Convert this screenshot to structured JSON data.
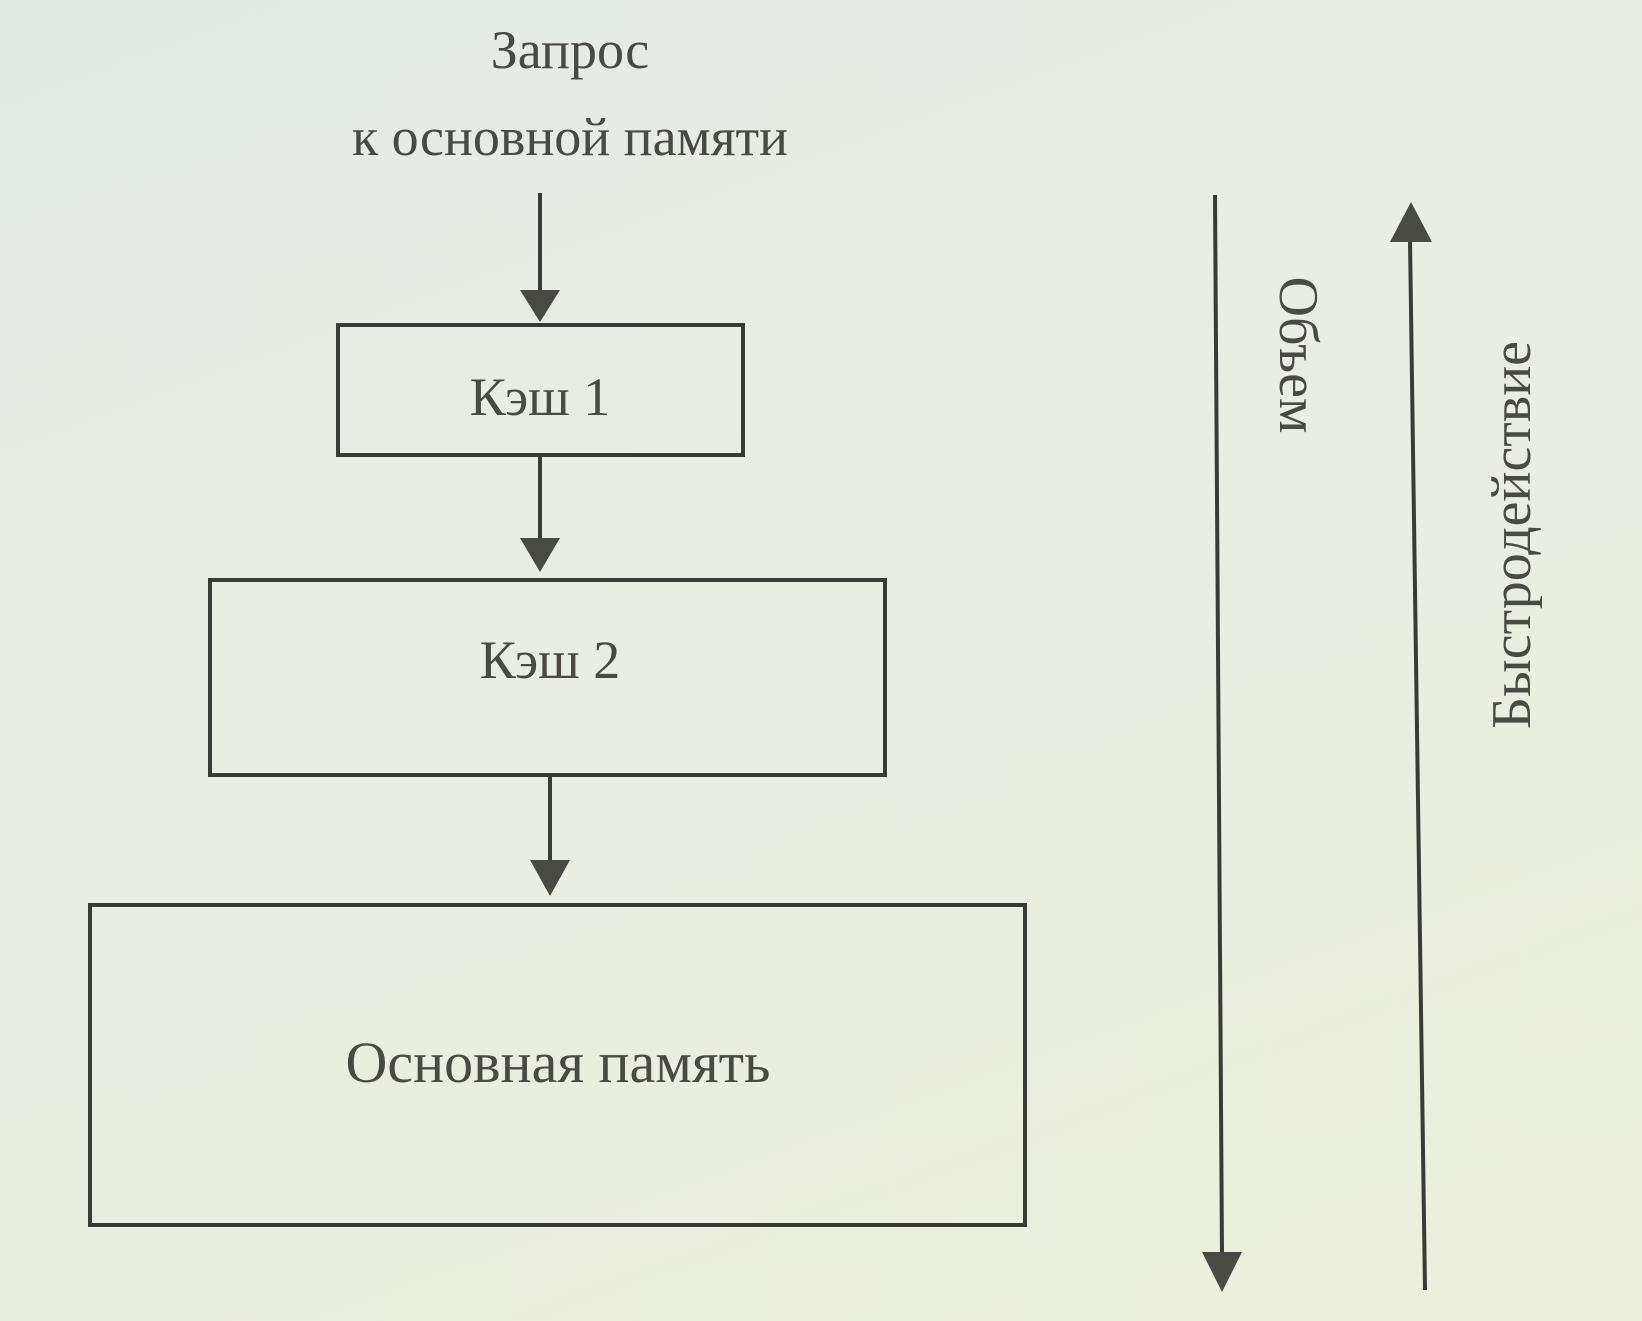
{
  "diagram": {
    "request_line1": "Запрос",
    "request_line2": "к основной памяти",
    "cache1": "Кэш 1",
    "cache2": "Кэш 2",
    "main_memory": "Основная память",
    "volume": "Объем",
    "speed": "Быстродействие"
  },
  "colors": {
    "background": "#e6ece4",
    "stroke": "#3a3a36",
    "text": "#4a4a44"
  }
}
